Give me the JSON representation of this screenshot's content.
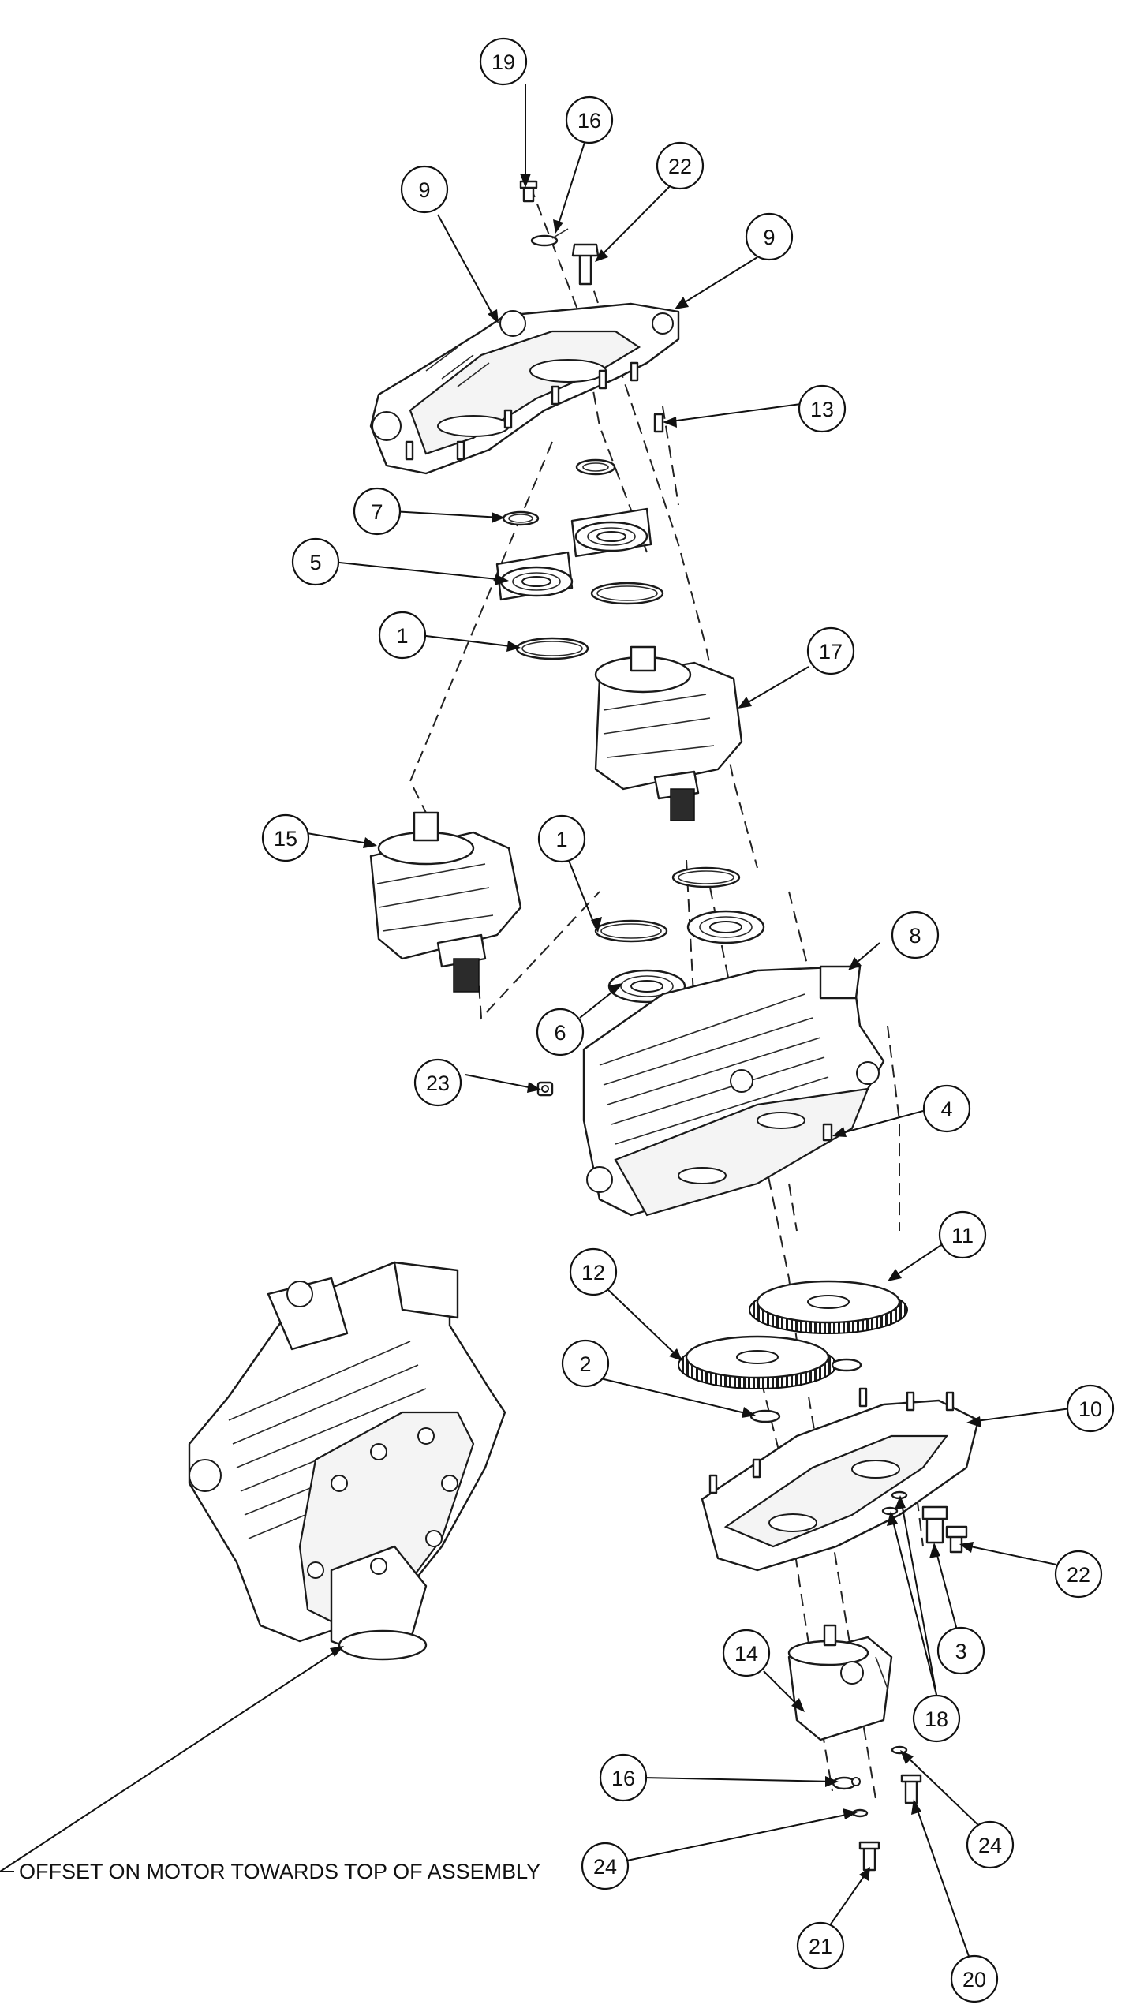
{
  "callouts": [
    {
      "id": "c-19a",
      "label": "19"
    },
    {
      "id": "c-16a",
      "label": "16"
    },
    {
      "id": "c-22a",
      "label": "22"
    },
    {
      "id": "c-9a",
      "label": "9"
    },
    {
      "id": "c-9b",
      "label": "9"
    },
    {
      "id": "c-13",
      "label": "13"
    },
    {
      "id": "c-7",
      "label": "7"
    },
    {
      "id": "c-5",
      "label": "5"
    },
    {
      "id": "c-1a",
      "label": "1"
    },
    {
      "id": "c-17",
      "label": "17"
    },
    {
      "id": "c-15",
      "label": "15"
    },
    {
      "id": "c-1b",
      "label": "1"
    },
    {
      "id": "c-8",
      "label": "8"
    },
    {
      "id": "c-6",
      "label": "6"
    },
    {
      "id": "c-23",
      "label": "23"
    },
    {
      "id": "c-4",
      "label": "4"
    },
    {
      "id": "c-11",
      "label": "11"
    },
    {
      "id": "c-12",
      "label": "12"
    },
    {
      "id": "c-2",
      "label": "2"
    },
    {
      "id": "c-10",
      "label": "10"
    },
    {
      "id": "c-22b",
      "label": "22"
    },
    {
      "id": "c-3",
      "label": "3"
    },
    {
      "id": "c-14",
      "label": "14"
    },
    {
      "id": "c-18",
      "label": "18"
    },
    {
      "id": "c-16b",
      "label": "16"
    },
    {
      "id": "c-24a",
      "label": "24"
    },
    {
      "id": "c-24b",
      "label": "24"
    },
    {
      "id": "c-21",
      "label": "21"
    },
    {
      "id": "c-20",
      "label": "20"
    }
  ],
  "note": {
    "text": "OFFSET ON MOTOR TOWARDS TOP OF ASSEMBLY"
  }
}
